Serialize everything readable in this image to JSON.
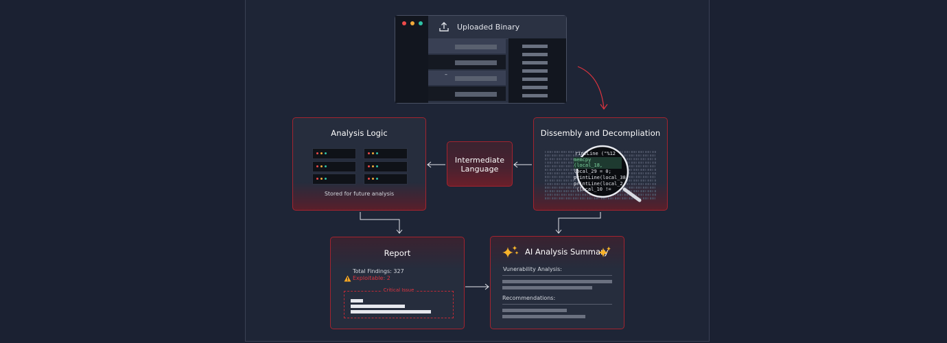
{
  "uploaded": {
    "title": "Uploaded Binary",
    "dash": "–"
  },
  "analysis": {
    "title": "Analysis Logic",
    "caption": "Stored for future analysis"
  },
  "intermediate": {
    "line1": "Intermediate",
    "line2": "Language"
  },
  "disasm": {
    "title": "Dissembly and Decompliation",
    "code": [
      "rintLine (\"%12",
      "memcpy (local_18,",
      "local_29 = 0;",
      "printLine(local_38",
      "printLine(local_2",
      "(local_10 !="
    ]
  },
  "report": {
    "title": "Report",
    "total": "Total Findings: 327",
    "exploitable": "Exploitable: 2",
    "critical": "Critical Issue"
  },
  "summary": {
    "title": "AI Analysis Summary",
    "vuln": "Vunerability Analysis:",
    "recs": "Recommendations:"
  },
  "colors": {
    "accent": "#e0343f",
    "border": "#a4242f",
    "warning": "#f5a623",
    "sparkle": "#f6b22a",
    "bg": "#1b2132"
  },
  "icons": [
    "upload-icon",
    "sparkle-icon",
    "warning-icon",
    "magnifier-icon"
  ]
}
